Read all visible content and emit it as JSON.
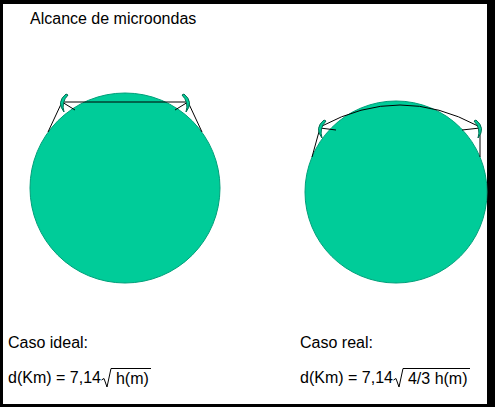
{
  "diagram": {
    "title": "Alcance de microondas",
    "labels": [
      "Caso ideal:",
      "d(Km) = 7,14",
      "h(m)",
      "Caso real:",
      "d(Km) = 7,14",
      "4/3 h(m)"
    ]
  }
}
